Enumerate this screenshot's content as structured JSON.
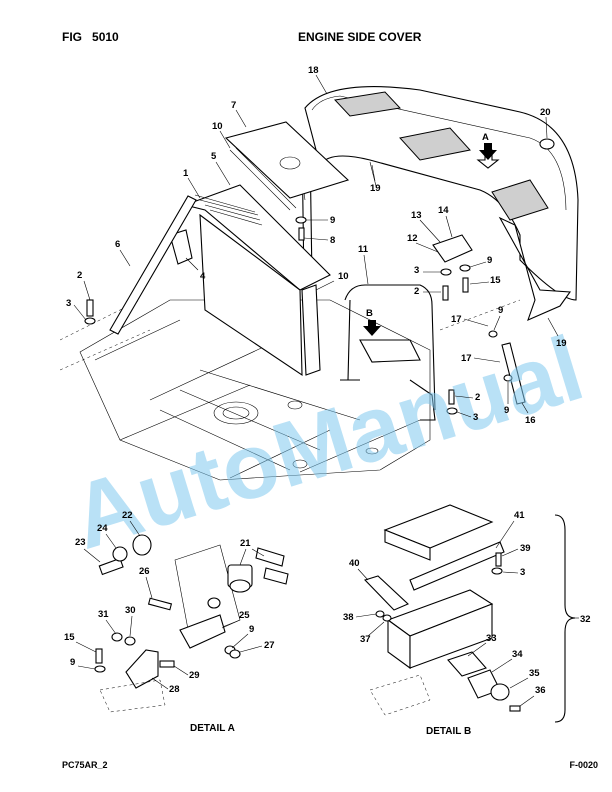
{
  "header": {
    "fig_label": "FIG",
    "fig_number": "5010",
    "title": "ENGINE SIDE COVER"
  },
  "footer": {
    "left_code": "PC75AR_2",
    "right_code": "F-0020"
  },
  "watermark": "AutoManual",
  "views": {
    "detail_a_ref": "A",
    "detail_b_ref": "B"
  },
  "detail_labels": {
    "a": "DETAIL A",
    "b": "DETAIL B"
  },
  "callouts": {
    "main": [
      "18",
      "20",
      "7",
      "10",
      "5",
      "1",
      "19",
      "9",
      "8",
      "4",
      "6",
      "2",
      "3",
      "13",
      "14",
      "12",
      "9",
      "3",
      "15",
      "11",
      "10",
      "2",
      "17",
      "9",
      "19",
      "17",
      "9",
      "16",
      "2",
      "3"
    ],
    "detail_a": [
      "22",
      "24",
      "23",
      "21",
      "26",
      "31",
      "30",
      "25",
      "15",
      "9",
      "29",
      "28",
      "27",
      "9"
    ],
    "detail_b": [
      "41",
      "39",
      "3",
      "40",
      "38",
      "37",
      "33",
      "34",
      "35",
      "36",
      "32"
    ]
  }
}
